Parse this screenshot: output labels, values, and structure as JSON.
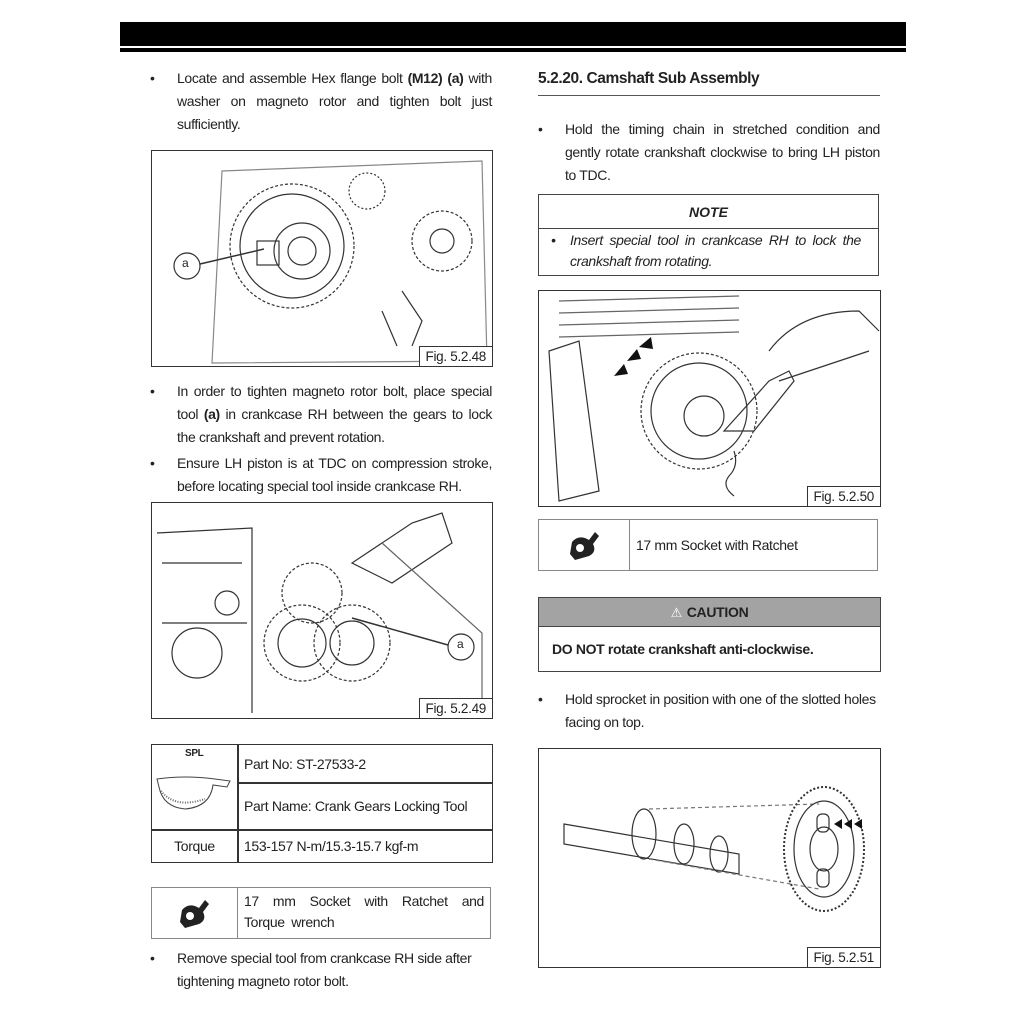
{
  "left": {
    "bullet1": "Locate and assemble Hex flange bolt (M12) (a) with washer on magneto rotor and tighten bolt just sufficiently.",
    "bullet1_parts": {
      "pre": "Locate and assemble Hex flange bolt ",
      "bold": "(M12) (a)",
      "post": " with washer on magneto rotor and tighten bolt just sufficiently."
    },
    "fig1": {
      "label": "Fig. 5.2.48",
      "callout": "a"
    },
    "bullet2_parts": {
      "pre": "In order to tighten magneto rotor bolt, place special tool ",
      "bold": "(a)",
      "post": " in crankcase RH between the gears to lock the crankshaft and prevent rotation."
    },
    "bullet3": "Ensure LH piston is at TDC on compression stroke, before locating special tool inside crankcase RH.",
    "fig2": {
      "label": "Fig. 5.2.49",
      "callout": "a"
    },
    "spl_table": {
      "spl_label": "SPL",
      "part_no": "Part No: ST-27533-2",
      "part_name": "Part Name: Crank Gears Locking Tool",
      "torque_label": "Torque",
      "torque_value": "153-157 N-m/15.3-15.7 kgf-m"
    },
    "tool_box": {
      "icon": "wrench-hand-icon",
      "text": "17 mm Socket with Ratchet and Torque wrench"
    },
    "bullet4": "Remove special tool from crankcase RH side after tightening magneto rotor bolt."
  },
  "right": {
    "heading": "5.2.20. Camshaft Sub Assembly",
    "bullet1": "Hold the timing chain in stretched condition and gently rotate crankshaft clockwise to bring LH piston to TDC.",
    "note": {
      "title": "NOTE",
      "text": "Insert special tool in crankcase RH to lock the crankshaft from rotating."
    },
    "fig3": {
      "label": "Fig. 5.2.50"
    },
    "tool_box": {
      "icon": "wrench-hand-icon",
      "text": "17 mm Socket with Ratchet"
    },
    "caution": {
      "icon": "warning-triangle-icon",
      "title": "CAUTION",
      "text": "DO NOT rotate crankshaft anti-clockwise.",
      "header_color": "#a3a3a3"
    },
    "bullet2": "Hold sprocket in position with one of the slotted holes facing on top.",
    "fig4": {
      "label": "Fig. 5.2.51"
    }
  },
  "bullet_char": "•"
}
